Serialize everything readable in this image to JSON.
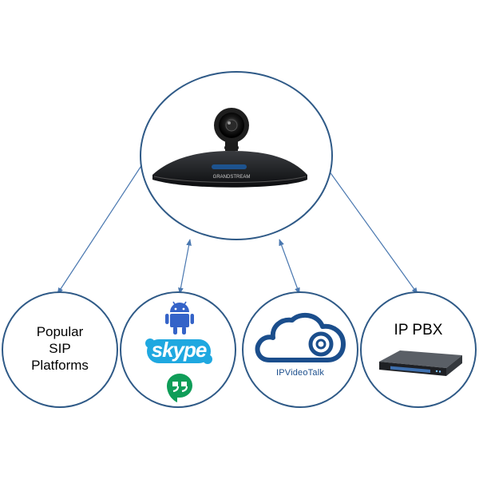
{
  "diagram": {
    "center": {
      "device_brand": "GRANDSTREAM"
    },
    "nodes": {
      "sip": {
        "lines": [
          "Popular",
          "SIP",
          "Platforms"
        ]
      },
      "apps": {
        "skype_label": "skype",
        "icons": [
          "android-icon",
          "skype-icon",
          "hangouts-icon"
        ]
      },
      "ipvideotalk": {
        "label": "IPVideoTalk",
        "icon": "cloud-icon"
      },
      "pbx": {
        "title": "IP PBX",
        "icon": "pbx-device-icon"
      }
    },
    "colors": {
      "circle_border": "#2f5a87",
      "connector": "#4a78b0",
      "android": "#3463c8",
      "skype": "#1fa8e0",
      "hangouts": "#0f9d58",
      "ipvt": "#1b4e8c"
    }
  }
}
